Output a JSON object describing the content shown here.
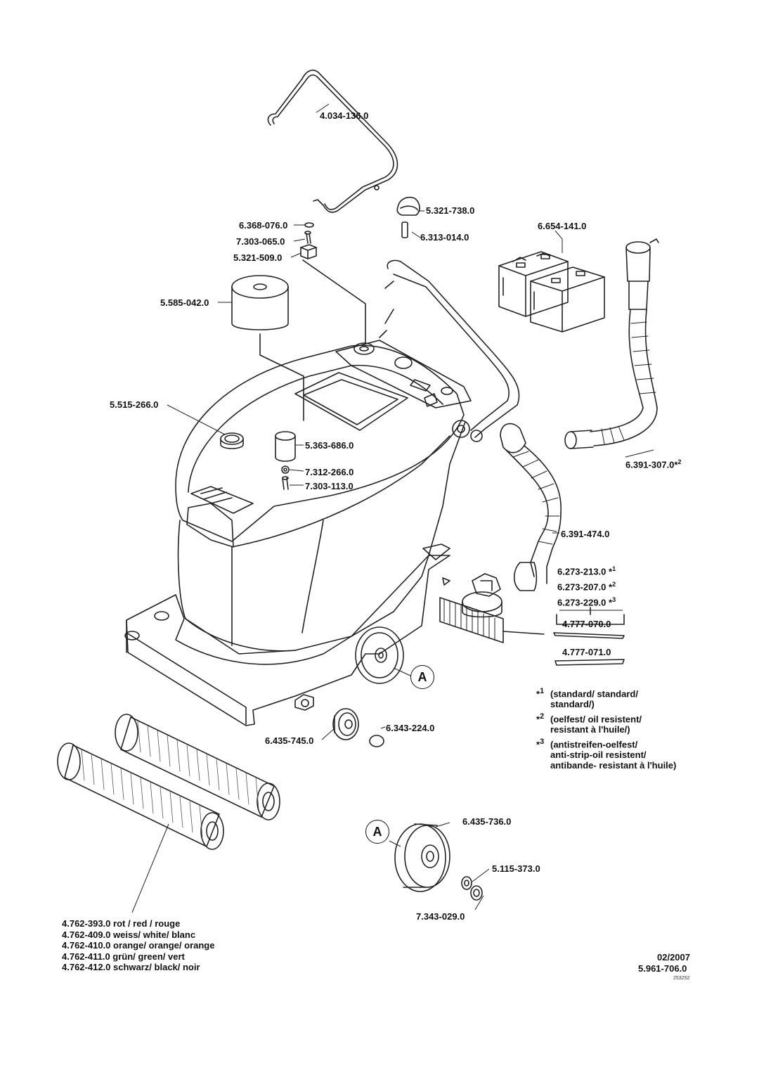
{
  "parts": {
    "p1": "4.034-136.0",
    "p2": "5.321-738.0",
    "p3": "6.313-014.0",
    "p4": "6.368-076.0",
    "p5": "7.303-065.0",
    "p6": "5.321-509.0",
    "p7": "5.585-042.0",
    "p8": "6.654-141.0",
    "p9": "5.515-266.0",
    "p10": "5.363-686.0",
    "p11": "7.312-266.0",
    "p12": "7.303-113.0",
    "p13": "6.391-307.0",
    "p14": "6.391-474.0",
    "p15": "6.273-213.0",
    "p16": "6.273-207.0",
    "p17": "6.273-229.0",
    "p18": "4.777-070.0",
    "p19": "4.777-071.0",
    "p20": "6.343-224.0",
    "p21": "6.435-745.0",
    "p22": "6.435-736.0",
    "p23": "5.115-373.0",
    "p24": "7.343-029.0"
  },
  "marks": {
    "m1": "*",
    "m1s": "1",
    "m2": "*",
    "m2s": "2",
    "m3": "*",
    "m3s": "3",
    "m13s": "2"
  },
  "callout_letter": "A",
  "notes": {
    "n1_mark": "1",
    "n1_line1": "(standard/ standard/",
    "n1_line2": "standard/)",
    "n2_mark": "2",
    "n2_line1": "(oelfest/ oil resistent/",
    "n2_line2": "resistant à l'huile/)",
    "n3_mark": "3",
    "n3_line1": "(antistreifen-oelfest/",
    "n3_line2": "anti-strip-oil resistent/",
    "n3_line3": "antibande- resistant à l'huile)"
  },
  "brushes": [
    "4.762-393.0 rot / red / rouge",
    "4.762-409.0 weiss/ white/ blanc",
    "4.762-410.0 orange/ orange/ orange",
    "4.762-411.0 grün/ green/ vert",
    "4.762-412.0 schwarz/ black/ noir"
  ],
  "footer": {
    "date": "02/2007",
    "doc_number": "5.961-706.0",
    "drawing_number": "253252"
  }
}
